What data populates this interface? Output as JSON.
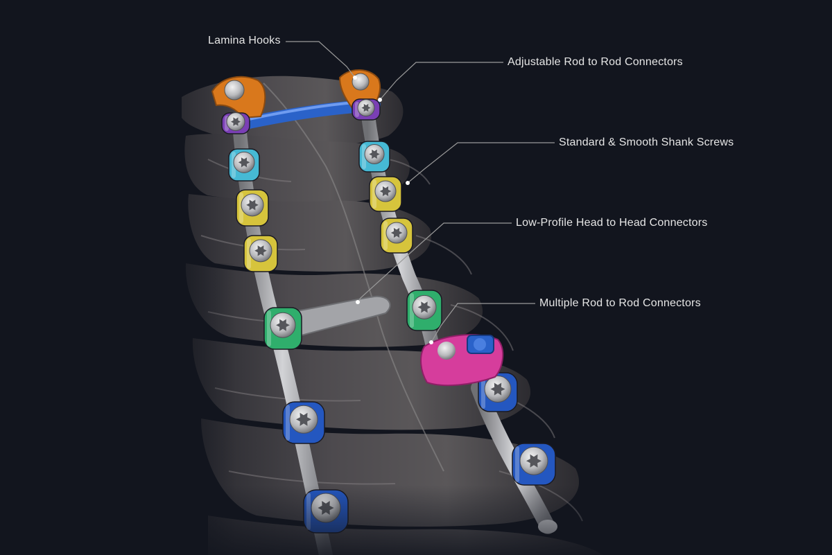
{
  "colors": {
    "background": "#12151e",
    "bone": "#4a474a",
    "bone_highlight": "#8b8889",
    "rod": "#a7a8ab",
    "hook_orange": "#d9781c",
    "rod_connector_blue": "#2a62c9",
    "cap_purple": "#7a3fb5",
    "screw_cyan": "#46b9d4",
    "screw_yellow": "#d6c43c",
    "screw_green": "#2fae6c",
    "screw_blue": "#2457c0",
    "connector_magenta": "#d63d9c",
    "callout_line": "#9a9a9a",
    "label_text": "#e6e6e6"
  },
  "callouts": [
    {
      "id": "lamina-hooks",
      "label": "Lamina Hooks"
    },
    {
      "id": "adjustable-rod-to-rod",
      "label": "Adjustable Rod to Rod Connectors"
    },
    {
      "id": "standard-smooth-shank",
      "label": "Standard & Smooth Shank Screws"
    },
    {
      "id": "low-profile-head-to-head",
      "label": "Low-Profile Head to Head Connectors"
    },
    {
      "id": "multiple-rod-to-rod",
      "label": "Multiple Rod to Rod Connectors"
    }
  ]
}
